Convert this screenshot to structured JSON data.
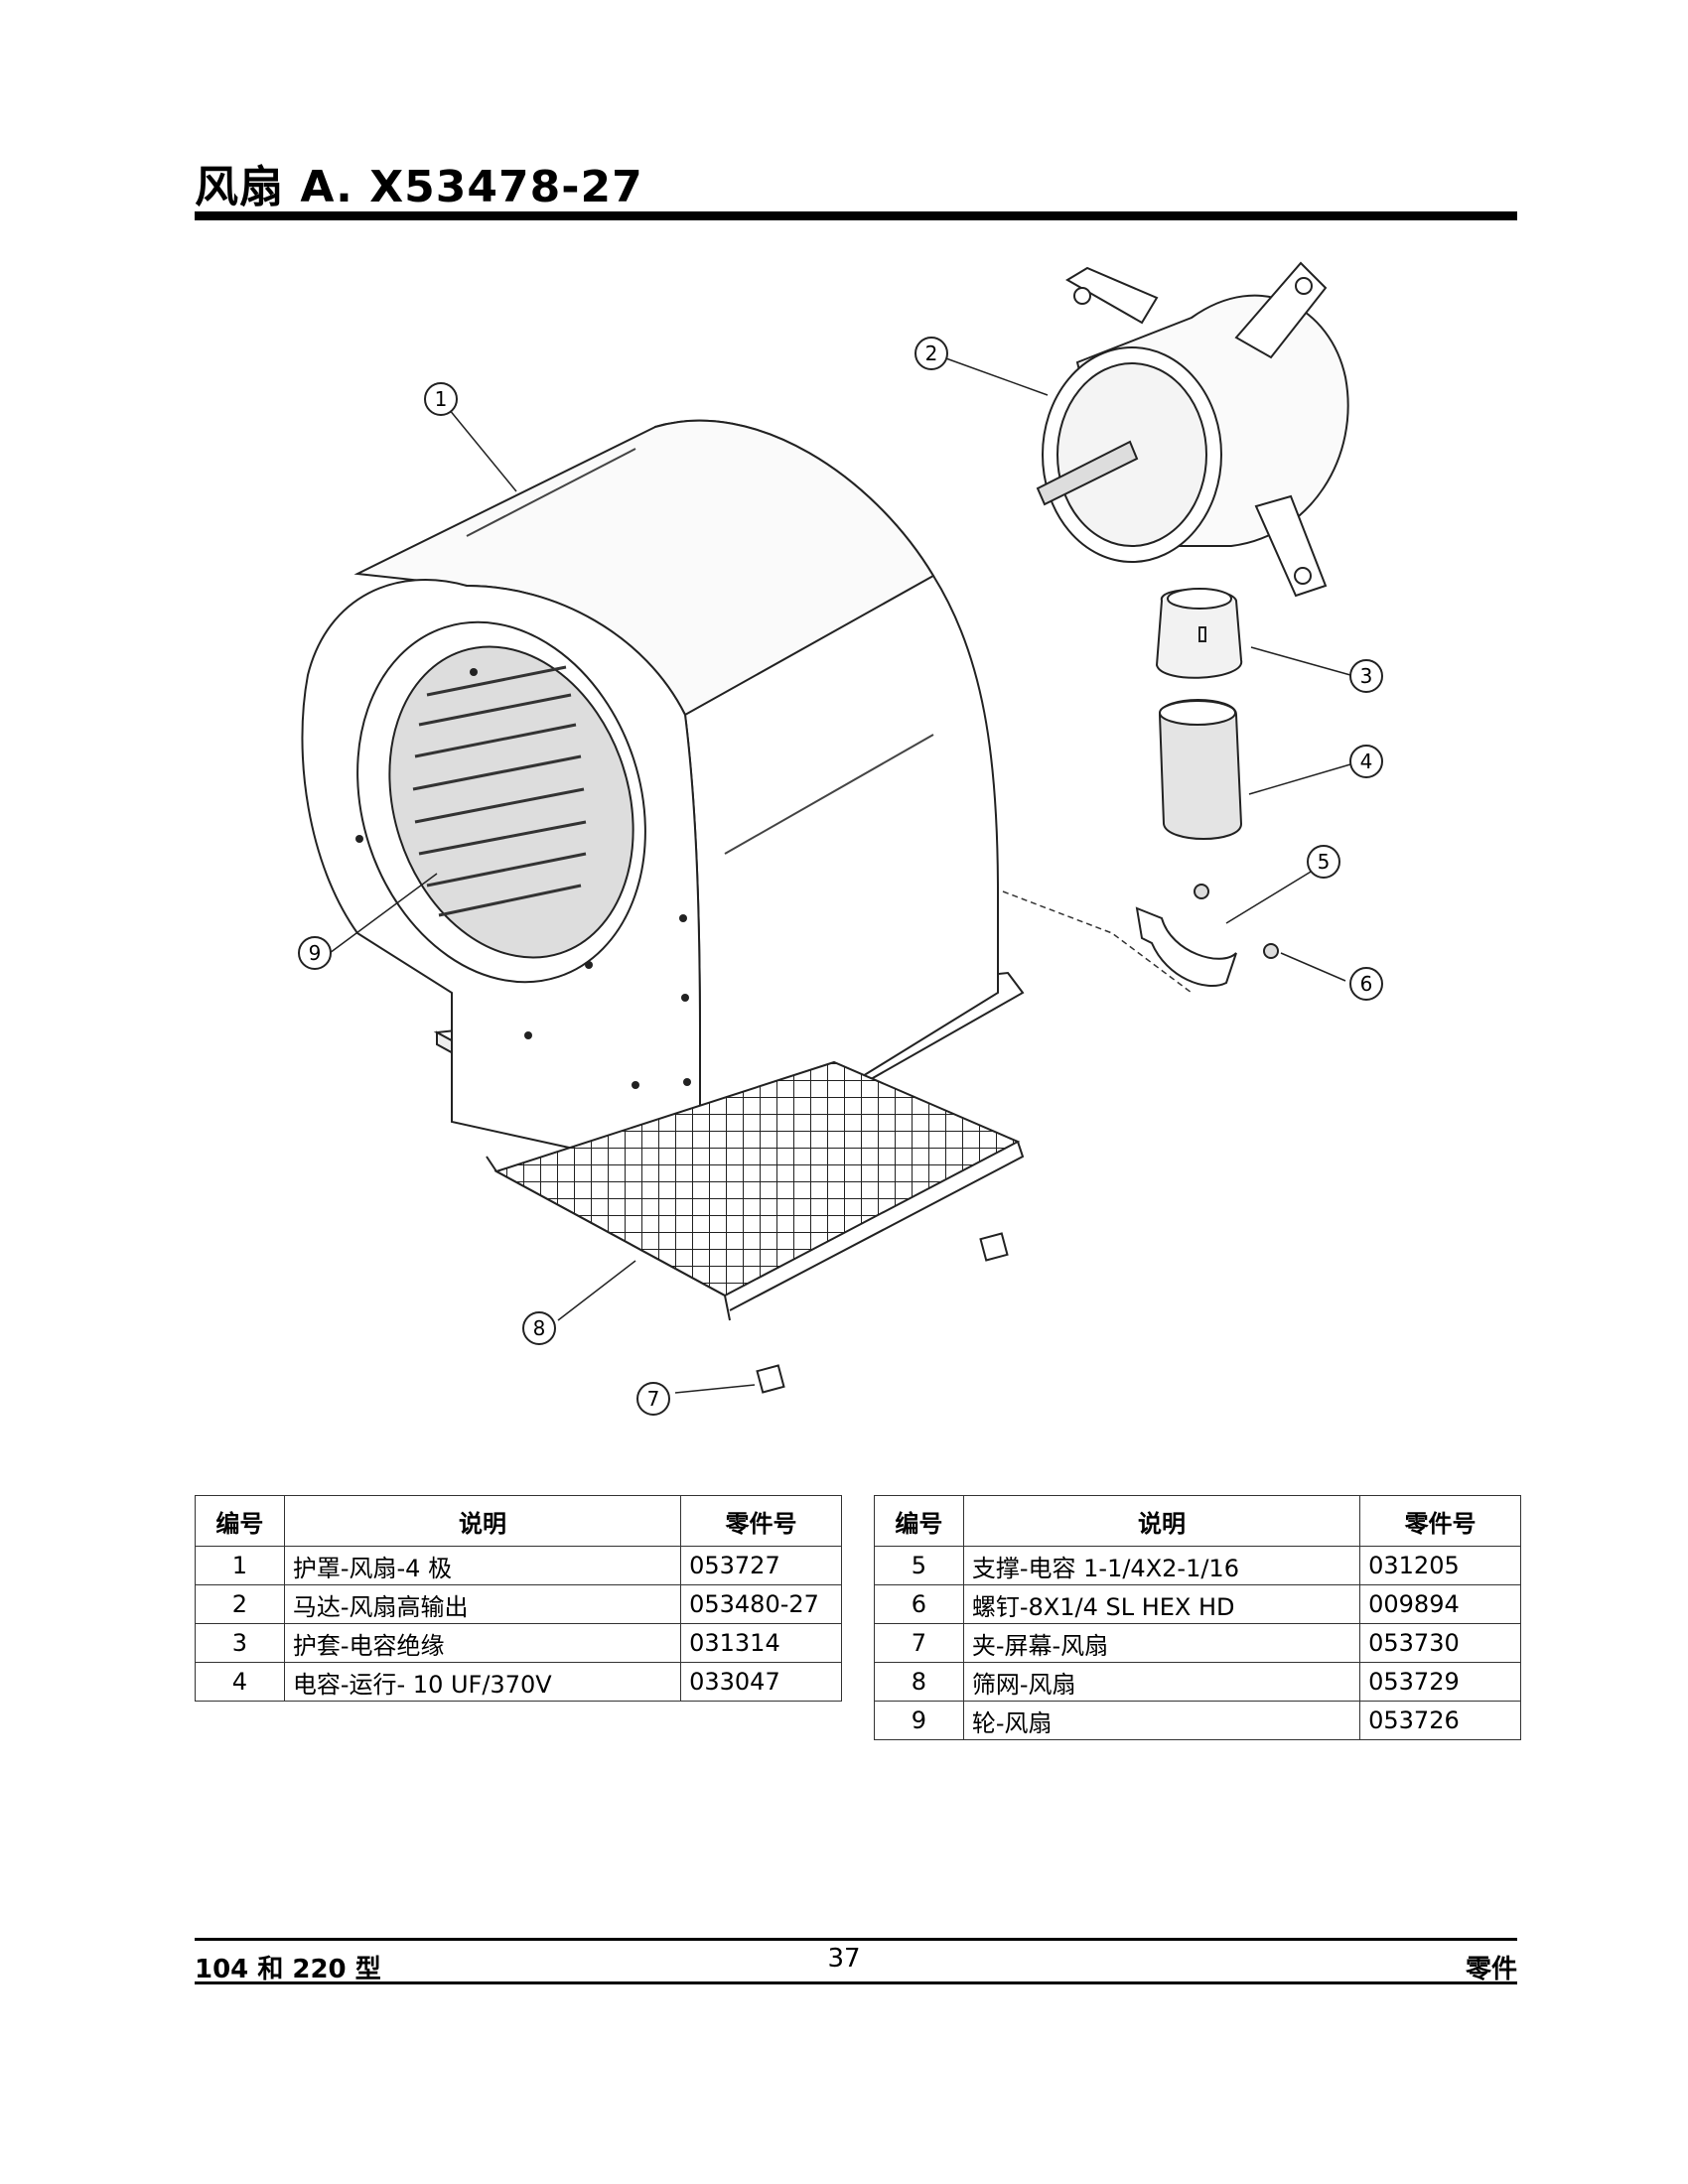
{
  "header": {
    "title": "风扇  A. X53478-27"
  },
  "diagram": {
    "callouts": [
      "1",
      "2",
      "3",
      "4",
      "5",
      "6",
      "7",
      "8",
      "9"
    ]
  },
  "parts_table": {
    "columns": [
      "编号",
      "说明",
      "零件号"
    ],
    "left_rows": [
      {
        "no": "1",
        "desc": "护罩-风扇-4 极",
        "part": "053727"
      },
      {
        "no": "2",
        "desc": "马达-风扇高输出",
        "part": "053480-27"
      },
      {
        "no": "3",
        "desc": "护套-电容绝缘",
        "part": "031314"
      },
      {
        "no": "4",
        "desc": "电容-运行- 10 UF/370V",
        "part": "033047"
      }
    ],
    "right_rows": [
      {
        "no": "5",
        "desc": "支撑-电容  1-1/4X2-1/16",
        "part": "031205"
      },
      {
        "no": "6",
        "desc": "螺钉-8X1/4 SL HEX HD",
        "part": "009894"
      },
      {
        "no": "7",
        "desc": "夹-屏幕-风扇",
        "part": "053730"
      },
      {
        "no": "8",
        "desc": "筛网-风扇",
        "part": "053729"
      },
      {
        "no": "9",
        "desc": "轮-风扇",
        "part": "053726"
      }
    ]
  },
  "footer": {
    "models": "104  和  220  型",
    "page_number": "37",
    "section": "零件"
  }
}
